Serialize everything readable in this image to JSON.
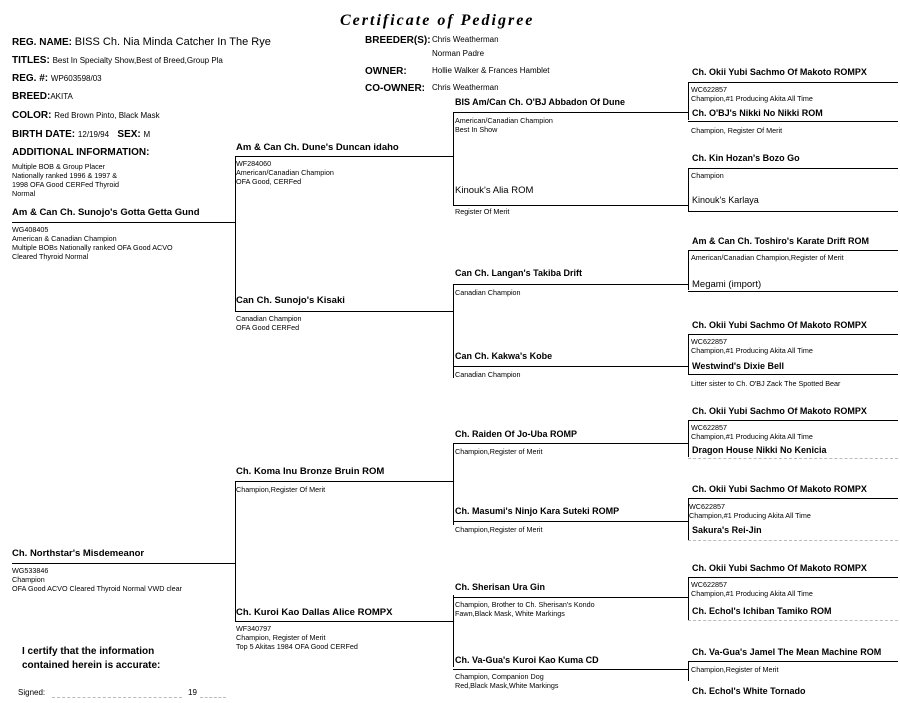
{
  "title": "Certificate of Pedigree",
  "header": {
    "reg_name_label": "REG. NAME:",
    "reg_name": "BISS Ch. Nia Minda Catcher In The Rye",
    "titles_label": "TITLES:",
    "titles": "Best In Specialty Show,Best of Breed,Group Pla",
    "reg_no_label": "REG. #:",
    "reg_no": "WP603598/03",
    "breed_label": "BREED:",
    "breed": "AKITA",
    "color_label": "COLOR:",
    "color": "Red Brown Pinto, Black Mask",
    "birth_label": "BIRTH DATE:",
    "birth": "12/19/94",
    "sex_label": "SEX:",
    "sex": "M",
    "addl_label": "ADDITIONAL INFORMATION:",
    "addl_lines": [
      "Multiple BOB & Group Placer",
      "Nationally ranked 1996 & 1997 &",
      "1998  OFA Good  CERFed  Thyroid",
      "Normal"
    ],
    "breeder_label": "BREEDER(S):",
    "breeders": [
      "Chris Weatherman",
      "Norman Padre"
    ],
    "owner_label": "OWNER:",
    "owner": "Hollie Walker & Frances Hamblet",
    "coowner_label": "CO-OWNER:",
    "coowner": "Chris Weatherman"
  },
  "gen1": {
    "sire": {
      "name": "Am & Can Ch. Sunojo's Gotta Getta Gund",
      "notes": [
        "WG408405",
        "American & Canadian Champion",
        "Multiple BOBs  Nationally ranked  OFA Good  ACVO",
        "Cleared  Thyroid Normal"
      ]
    },
    "dam": {
      "name": "Ch. Northstar's Misdemeanor",
      "notes": [
        "WG533846",
        "Champion",
        "OFA Good   ACVO Cleared  Thyroid Normal  VWD clear"
      ]
    }
  },
  "gen2": [
    {
      "name": "Am & Can Ch. Dune's Duncan idaho",
      "notes": [
        "WF284060",
        "American/Canadian Champion",
        "OFA Good, CERFed"
      ]
    },
    {
      "name": "Can Ch. Sunojo's Kisaki",
      "notes": [
        "Canadian Champion",
        "OFA Good CERFed"
      ]
    },
    {
      "name": "Ch. Koma Inu Bronze Bruin ROM",
      "notes": [
        "Champion,Register Of Merit"
      ]
    },
    {
      "name": "Ch. Kuroi Kao Dallas Alice ROMPX",
      "notes": [
        "WF340797",
        "Champion, Register of Merit",
        "Top 5 Akitas 1984  OFA Good  CERFed"
      ]
    }
  ],
  "gen3": [
    {
      "name": "BIS Am/Can Ch. O'BJ Abbadon Of Dune",
      "notes": [
        "American/Canadian Champion",
        "Best In Show"
      ]
    },
    {
      "name": "Kinouk's Alia ROM",
      "notes": [
        "Register Of Merit"
      ]
    },
    {
      "name": "Can Ch. Langan's Takiba Drift",
      "notes": [
        "Canadian Champion"
      ]
    },
    {
      "name": "Can Ch. Kakwa's Kobe",
      "notes": [
        "Canadian Champion"
      ]
    },
    {
      "name": "Ch. Raiden Of Jo-Uba ROMP",
      "notes": [
        "Champion,Register of Merit"
      ]
    },
    {
      "name": "Ch. Masumi's Ninjo Kara Suteki ROMP",
      "notes": [
        "Champion,Register of Merit"
      ]
    },
    {
      "name": "Ch. Sherisan Ura Gin",
      "notes": [
        "Champion, Brother to Ch. Sherisan's Kondo",
        "Fawn,Black Mask, White Markings"
      ]
    },
    {
      "name": "Ch. Va-Gua's Kuroi Kao Kuma CD",
      "notes": [
        "Champion, Companion Dog",
        "Red,Black Mask,White Markings"
      ]
    }
  ],
  "gen4": [
    {
      "name": "Ch. Okii Yubi Sachmo Of Makoto ROMPX",
      "notes": [
        "WC622857",
        "Champion,#1 Producing Akita All Time"
      ]
    },
    {
      "name": "Ch. O'BJ's Nikki No Nikki ROM",
      "notes": [
        "Champion, Register Of Merit"
      ]
    },
    {
      "name": "Ch. Kin Hozan's Bozo Go",
      "notes": [
        "Champion"
      ]
    },
    {
      "name": "Kinouk's Karlaya",
      "notes": []
    },
    {
      "name": "Am & Can Ch. Toshiro's Karate Drift ROM",
      "notes": [
        "American/Canadian Champion,Register of Merit"
      ]
    },
    {
      "name": "Megami (import)",
      "notes": []
    },
    {
      "name": "Ch. Okii Yubi Sachmo Of Makoto ROMPX",
      "notes": [
        "WC622857",
        "Champion,#1 Producing Akita All Time"
      ]
    },
    {
      "name": "Westwind's Dixie Bell",
      "notes": [
        "Litter sister to Ch. O'BJ Zack The Spotted Bear"
      ]
    },
    {
      "name": "Ch. Okii Yubi Sachmo Of Makoto ROMPX",
      "notes": [
        "WC622857",
        "Champion,#1 Producing Akita All Time"
      ]
    },
    {
      "name": "Dragon House Nikki No Kenicia",
      "notes": []
    },
    {
      "name": "Ch. Okii Yubi Sachmo Of Makoto ROMPX",
      "notes": [
        "WC622857",
        "Champion,#1 Producing Akita All Time"
      ]
    },
    {
      "name": "Sakura's Rei-Jin",
      "notes": []
    },
    {
      "name": "Ch. Okii Yubi Sachmo Of Makoto ROMPX",
      "notes": [
        "WC622857",
        "Champion,#1 Producing Akita All Time"
      ]
    },
    {
      "name": "Ch. Echol's Ichiban Tamiko ROM",
      "notes": []
    },
    {
      "name": "Ch. Va-Gua's Jamel The Mean Machine ROM",
      "notes": [
        "Champion,Register of Merit"
      ]
    },
    {
      "name": "Ch. Echol's White Tornado",
      "notes": []
    }
  ],
  "certify": {
    "lines": [
      "I certify that the information",
      "contained herein is accurate:"
    ],
    "signed_label": "Signed:",
    "year_prefix": "19"
  }
}
